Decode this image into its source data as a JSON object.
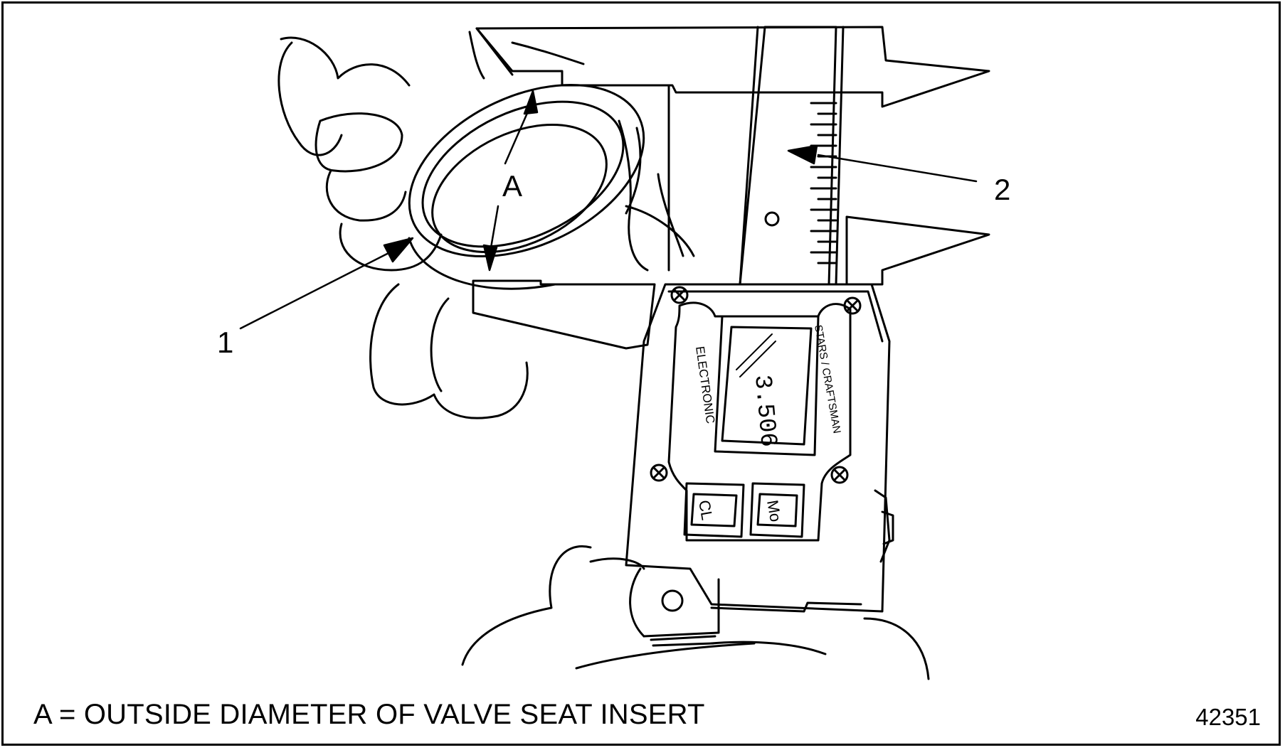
{
  "figure": {
    "caption": "A = OUTSIDE DIAMETER OF VALVE SEAT INSERT",
    "figure_number": "42351",
    "callouts": {
      "dimension": "A",
      "item_1": "1",
      "item_2": "2"
    },
    "caliper": {
      "brand_text": "STARS / CRAFTSMAN",
      "type_text": "ELECTRONIC",
      "display_reading": "3.506",
      "button_clear": "CL",
      "button_mode": "Mo"
    }
  },
  "colors": {
    "line": "#000000",
    "background": "#ffffff"
  }
}
